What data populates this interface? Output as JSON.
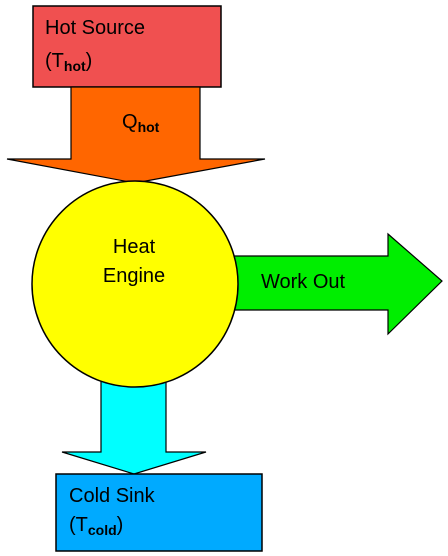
{
  "hot_source": {
    "title": "Hot Source",
    "symbol_open": "(T",
    "symbol_sub": "hot",
    "symbol_close": ")",
    "color": "#f05050"
  },
  "heat_in": {
    "symbol": "Q",
    "symbol_sub": "hot",
    "color": "#ff6600"
  },
  "engine": {
    "line1": "Heat",
    "line2": "Engine",
    "color": "#ffff00"
  },
  "work": {
    "label": "Work Out",
    "color": "#00ee00"
  },
  "heat_out": {
    "color": "#00ffff"
  },
  "cold_sink": {
    "title": "Cold Sink",
    "symbol_open": "(T",
    "symbol_sub": "cold",
    "symbol_close": ")",
    "color": "#00aaff"
  }
}
